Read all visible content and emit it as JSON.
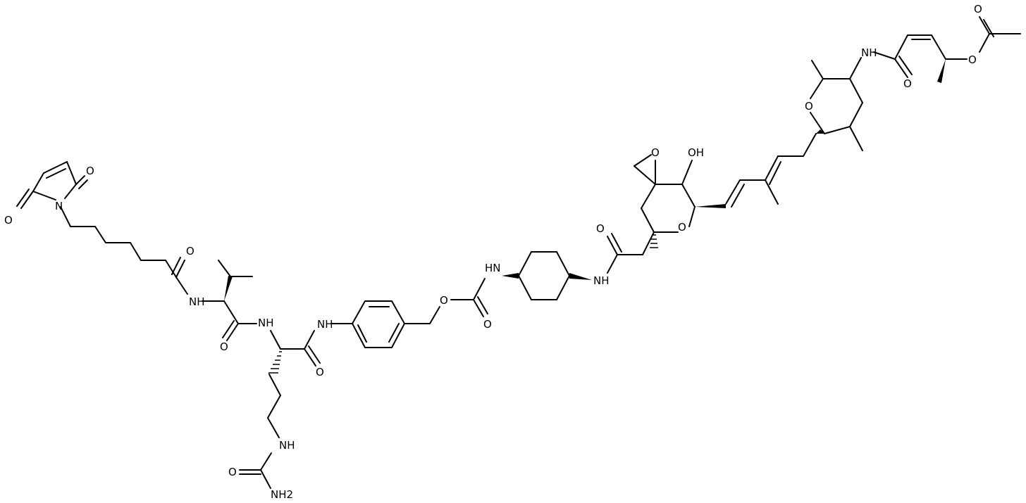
{
  "atoms": [
    {
      "id": "mal-o-top",
      "text": "O"
    },
    {
      "id": "mal-o-left",
      "text": "O"
    },
    {
      "id": "mal-n",
      "text": "N"
    },
    {
      "id": "hex-o",
      "text": "O"
    },
    {
      "id": "val-nh",
      "text": "NH"
    },
    {
      "id": "val-o",
      "text": "O"
    },
    {
      "id": "cit-nh",
      "text": "NH"
    },
    {
      "id": "cit-o",
      "text": "O"
    },
    {
      "id": "cit-ureido-nh",
      "text": "NH"
    },
    {
      "id": "urea-o",
      "text": "O"
    },
    {
      "id": "urea-nh2",
      "text": "NH2"
    },
    {
      "id": "pab-nh",
      "text": "NH"
    },
    {
      "id": "carbamate-o-ester",
      "text": "O"
    },
    {
      "id": "carbamate-o",
      "text": "O"
    },
    {
      "id": "chx-nh-left",
      "text": "HN"
    },
    {
      "id": "chx-nh-right",
      "text": "NH"
    },
    {
      "id": "amide-o",
      "text": "O"
    },
    {
      "id": "ring-o",
      "text": "O"
    },
    {
      "id": "epox-o",
      "text": "O"
    },
    {
      "id": "oh",
      "text": "OH"
    },
    {
      "id": "thp-o",
      "text": "O"
    },
    {
      "id": "side-nh",
      "text": "NH"
    },
    {
      "id": "side-amide-o",
      "text": "O"
    },
    {
      "id": "acetate-o",
      "text": "O"
    },
    {
      "id": "acetate-co",
      "text": "O"
    }
  ]
}
